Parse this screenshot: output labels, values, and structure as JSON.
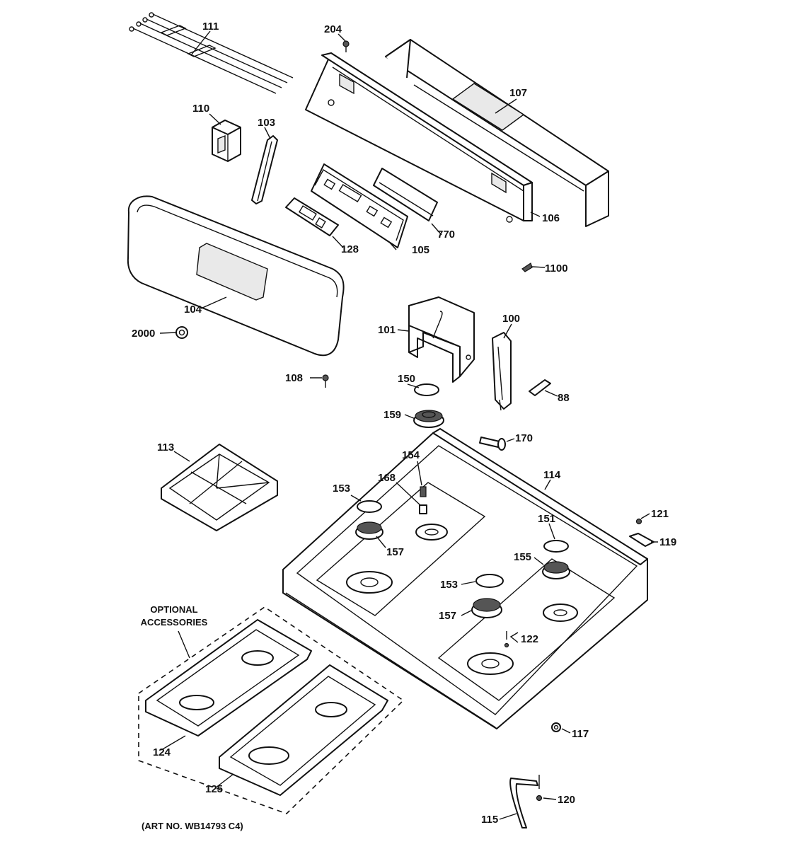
{
  "parts": {
    "p111": "111",
    "p204": "204",
    "p107": "107",
    "p110": "110",
    "p103": "103",
    "p106": "106",
    "p770": "770",
    "p128": "128",
    "p105": "105",
    "p1100": "1100",
    "p104": "104",
    "p2000": "2000",
    "p101": "101",
    "p100": "100",
    "p108": "108",
    "p150": "150",
    "p88": "88",
    "p159": "159",
    "p170": "170",
    "p113": "113",
    "p114": "114",
    "p154": "154",
    "p168": "168",
    "p153a": "153",
    "p121": "121",
    "p151": "151",
    "p119": "119",
    "p157a": "157",
    "p155": "155",
    "p153b": "153",
    "p157b": "157",
    "p122": "122",
    "p117": "117",
    "p124": "124",
    "p125": "125",
    "p120": "120",
    "p115": "115"
  },
  "notes": {
    "optional_line1": "OPTIONAL",
    "optional_line2": "ACCESSORIES",
    "art_number": "(ART NO. WB14793 C4)"
  }
}
